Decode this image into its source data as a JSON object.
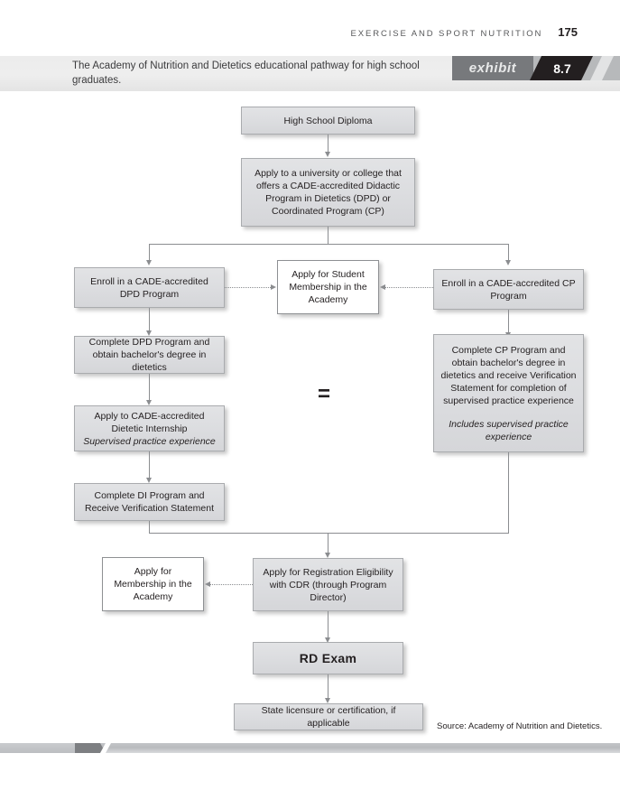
{
  "running_head": {
    "title": "EXERCISE AND SPORT NUTRITION",
    "page_number": "175"
  },
  "exhibit": {
    "caption": "The Academy of Nutrition and Dietetics educational pathway for high school graduates.",
    "label": "exhibit",
    "number": "8.7"
  },
  "flowchart": {
    "nodes": {
      "high_school_diploma": "High School Diploma",
      "apply_university": "Apply to a university or college that offers a CADE-accredited Didactic Program in Dietetics (DPD) or Coordinated Program (CP)",
      "enroll_dpd": "Enroll in a CADE-accredited DPD Program",
      "student_membership": "Apply for Student Membership in the Academy",
      "enroll_cp": "Enroll in a CADE-accredited CP Program",
      "complete_dpd": "Complete DPD Program and obtain bachelor's degree in dietetics",
      "complete_cp_main": "Complete CP Program and obtain bachelor's degree in dietetics and receive Verification Statement for completion of supervised practice experience",
      "complete_cp_note": "Includes supervised practice experience",
      "apply_internship_main": "Apply to CADE-accredited Dietetic Internship",
      "apply_internship_note": "Supervised practice experience",
      "complete_di": "Complete DI Program and Receive Verification Statement",
      "apply_membership": "Apply for Membership in the Academy",
      "apply_registration": "Apply for Registration Eligibility with CDR (through Program Director)",
      "rd_exam": "RD Exam",
      "state_licensure": "State licensure or certification, if applicable"
    },
    "equals_symbol": "=",
    "source": "Source: Academy of Nutrition and Dietetics."
  },
  "colors": {
    "node_fill": "#dcdde0",
    "node_border": "#a9abae",
    "connector": "#8b8d90",
    "band": "#ececec",
    "tag_gray": "#77797c",
    "tag_black": "#231f20"
  }
}
